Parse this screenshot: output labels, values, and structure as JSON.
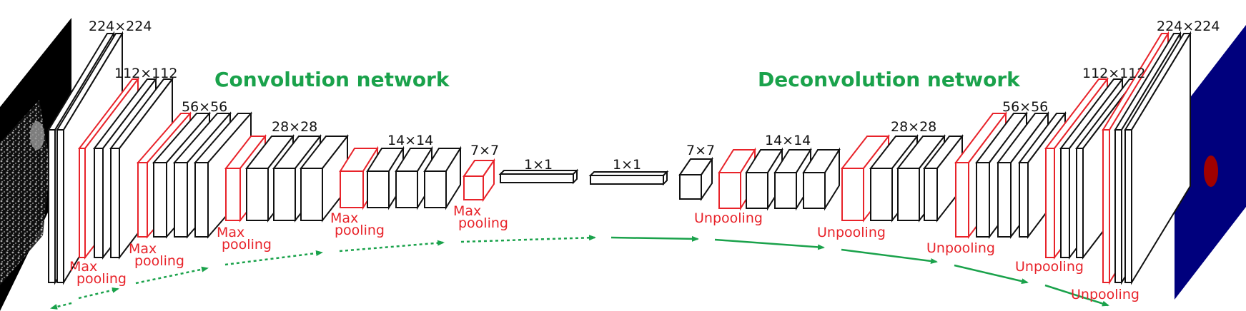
{
  "titles": {
    "encoder": "Convolution network",
    "decoder": "Deconvolution network"
  },
  "sizes": {
    "s224": "224×224",
    "s112": "112×112",
    "s56": "56×56",
    "s28": "28×28",
    "s14": "14×14",
    "s7": "7×7",
    "s1": "1×1"
  },
  "ops": {
    "max_pool_1": "Max",
    "max_pool_2": "pooling",
    "unpool": "Unpooling"
  },
  "colors": {
    "title_green": "#1aa24b",
    "pool_red": "#e8232a",
    "arrow_green": "#1aa24b",
    "mask_navy": "#00007d",
    "mask_lesion": "#a00000"
  }
}
